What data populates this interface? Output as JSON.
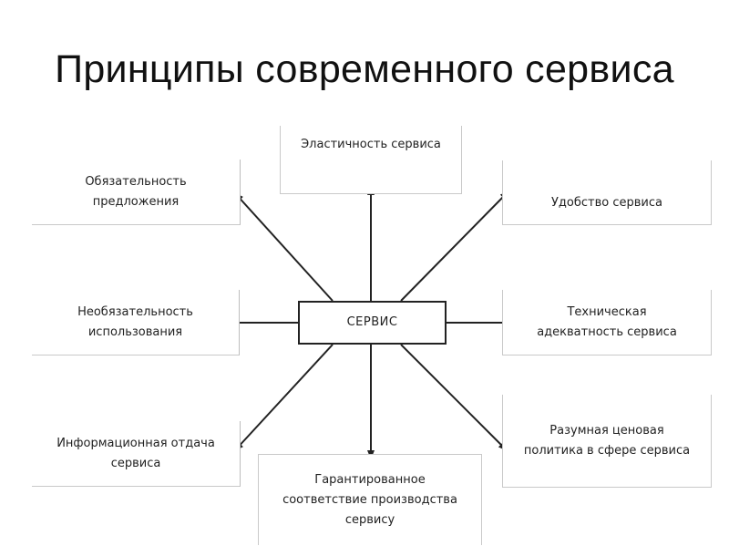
{
  "title": "Принципы современного сервиса",
  "center": {
    "label": "СЕРВИС"
  },
  "nodes": {
    "top": "Эластичность сервиса",
    "top_left": "Обязательность\nпредложения",
    "top_right": "Удобство сервиса",
    "left": "Необязательность\nиспользования",
    "right": "Техническая\nадекватность сервиса",
    "bottom_left": "Информационная отдача\nсервиса",
    "bottom": "Гарантированное\nсоответствие производства\nсервису",
    "bottom_right": "Разумная ценовая\nполитика в сфере сервиса"
  },
  "colors": {
    "arrow": "#222222",
    "box_border": "#c9c9c9",
    "center_border": "#222222"
  }
}
